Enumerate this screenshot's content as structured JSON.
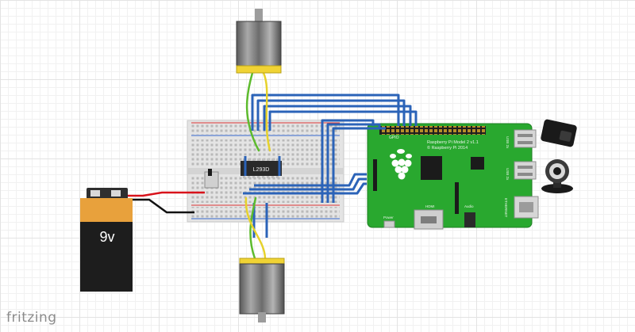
{
  "app": {
    "brand": "fritzing"
  },
  "battery": {
    "label": "9v"
  },
  "chip": {
    "label": "L293D"
  },
  "pi": {
    "model_line1": "Raspberry Pi Model 2 v1.1",
    "model_line2": "© Raspberry Pi 2014",
    "gpio_label": "GPIO",
    "usb_label_1": "USB 2x",
    "usb_label_2": "USB 2x",
    "ethernet_label": "ETHERNET",
    "hdmi_label": "HDMI",
    "audio_label": "Audio",
    "power_label": "Power"
  },
  "colors": {
    "wire_blue": "#2b63b8",
    "wire_yellow": "#e6d22c",
    "wire_green": "#5dbb2d",
    "wire_red": "#d8121b",
    "wire_black": "#111111",
    "pi_board": "#29a82f",
    "breadboard": "#e6e6e6",
    "battery_orange": "#e8a13c"
  }
}
